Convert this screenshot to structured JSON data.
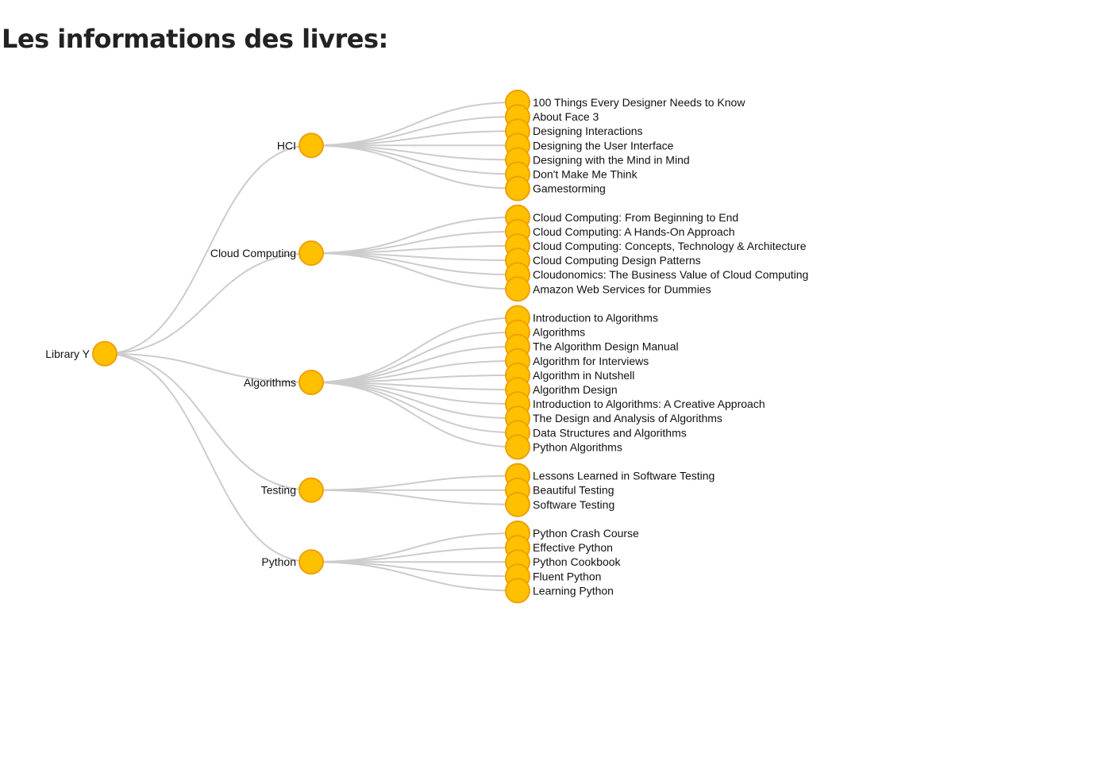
{
  "page": {
    "title": "Les informations des livres:"
  },
  "tree": {
    "root": "Library Y",
    "colors": {
      "node_fill": "#ffc000",
      "node_stroke": "#f0a000",
      "link": "#cccccc"
    },
    "categories": [
      {
        "name": "HCI",
        "books": [
          "100 Things Every Designer Needs to Know",
          "About Face 3",
          "Designing Interactions",
          "Designing the User Interface",
          "Designing with the Mind in Mind",
          "Don't Make Me Think",
          "Gamestorming"
        ]
      },
      {
        "name": "Cloud Computing",
        "books": [
          "Cloud Computing: From Beginning to End",
          "Cloud Computing: A Hands-On Approach",
          "Cloud Computing: Concepts, Technology & Architecture",
          "Cloud Computing Design Patterns",
          "Cloudonomics: The Business Value of Cloud Computing",
          "Amazon Web Services for Dummies"
        ]
      },
      {
        "name": "Algorithms",
        "books": [
          "Introduction to Algorithms",
          "Algorithms",
          "The Algorithm Design Manual",
          "Algorithm for Interviews",
          "Algorithm in Nutshell",
          "Algorithm Design",
          "Introduction to Algorithms: A Creative Approach",
          "The Design and Analysis of Algorithms",
          "Data Structures and Algorithms",
          "Python Algorithms"
        ]
      },
      {
        "name": "Testing",
        "books": [
          "Lessons Learned in Software Testing",
          "Beautiful Testing",
          "Software Testing"
        ]
      },
      {
        "name": "Python",
        "books": [
          "Python Crash Course",
          "Effective Python",
          "Python Cookbook",
          "Fluent Python",
          "Learning Python"
        ]
      }
    ]
  }
}
